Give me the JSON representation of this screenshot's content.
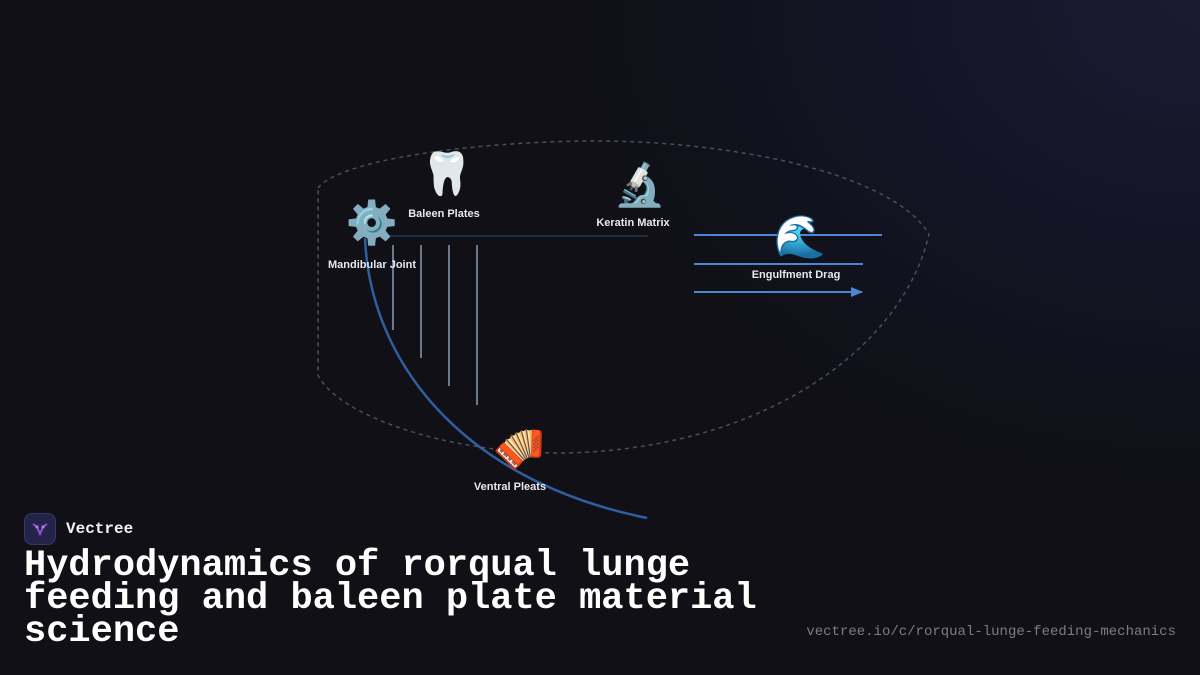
{
  "brand": {
    "name": "Vectree",
    "logo_icon": "vectree-logo-icon",
    "logo_color": "#9b5de5"
  },
  "title": "Hydrodynamics of rorqual lunge feeding and baleen plate material science",
  "source_url": "vectree.io/c/rorqual-lunge-feeding-mechanics",
  "diagram": {
    "nodes": [
      {
        "id": "mandibular-joint",
        "label": "Mandibular Joint",
        "icon": "gear-icon",
        "glyph": "⚙️"
      },
      {
        "id": "baleen-plates",
        "label": "Baleen Plates",
        "icon": "tooth-icon",
        "glyph": "🦷"
      },
      {
        "id": "keratin-matrix",
        "label": "Keratin Matrix",
        "icon": "microscope-icon",
        "glyph": "🔬"
      },
      {
        "id": "engulfment-drag",
        "label": "Engulfment Drag",
        "icon": "wave-icon",
        "glyph": "🌊"
      },
      {
        "id": "ventral-pleats",
        "label": "Ventral Pleats",
        "icon": "accordion-icon",
        "glyph": "🪗"
      }
    ],
    "colors": {
      "jaw_curve": "#2f5fa0",
      "flow_lines": "#4a86d4",
      "baleen_lines": "#8a9ab8",
      "outline": "#4a4e60",
      "label": "#e8e8ee"
    }
  }
}
